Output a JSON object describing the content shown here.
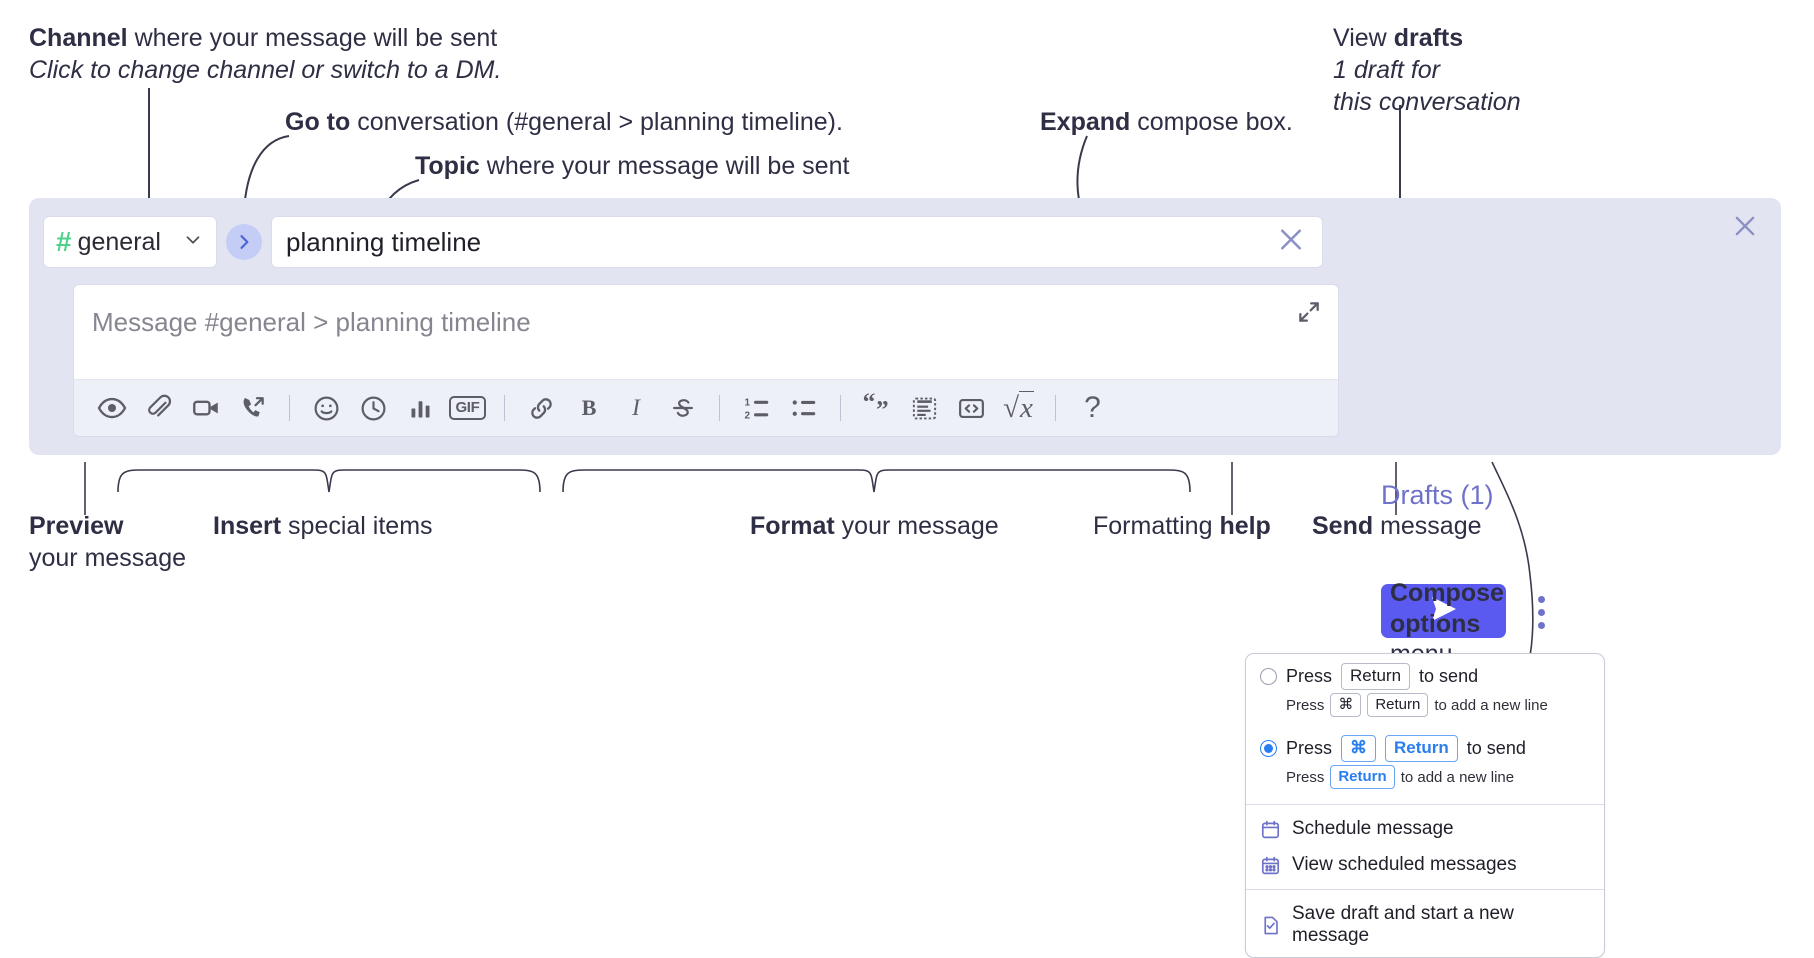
{
  "annotations": {
    "channel": {
      "bold": "Channel",
      "rest": " where your message will be sent",
      "sub": "Click to change channel or switch to a DM."
    },
    "goto": {
      "bold": "Go to",
      "rest": " conversation (#general > planning timeline)."
    },
    "topic": {
      "bold": "Topic",
      "rest": " where your message will be sent"
    },
    "expand": {
      "bold": "Expand",
      "rest": " compose box."
    },
    "drafts": {
      "pre": "View ",
      "bold": "drafts",
      "sub1": "1 draft for",
      "sub2": "this conversation"
    },
    "preview": {
      "bold": "Preview",
      "line2": "your message"
    },
    "insert": {
      "bold": "Insert",
      "rest": " special items"
    },
    "format": {
      "bold": "Format",
      "rest": " your message"
    },
    "help": {
      "pre": "Formatting ",
      "bold": "help"
    },
    "send": {
      "bold": "Send",
      "rest": " message"
    },
    "compose_options": {
      "bold1": "Compose",
      "bold2": "options",
      "rest": "menu"
    }
  },
  "compose": {
    "channel": {
      "hash": "#",
      "name": "general"
    },
    "topic": {
      "value": "planning timeline"
    },
    "message": {
      "placeholder": "Message #general > planning timeline"
    },
    "drafts_label": "Drafts (1)",
    "toolbar": [
      {
        "name": "preview-icon",
        "label": "Preview"
      },
      {
        "name": "attachment-icon",
        "label": "Attach file"
      },
      {
        "name": "video-icon",
        "label": "Video clip"
      },
      {
        "name": "audio-call-icon",
        "label": "Audio clip"
      },
      {
        "name": "divider-1",
        "label": ""
      },
      {
        "name": "emoji-icon",
        "label": "Emoji"
      },
      {
        "name": "clock-icon",
        "label": "Reminder"
      },
      {
        "name": "poll-icon",
        "label": "Poll"
      },
      {
        "name": "gif-icon",
        "label": "GIF"
      },
      {
        "name": "divider-2",
        "label": ""
      },
      {
        "name": "link-icon",
        "label": "Link"
      },
      {
        "name": "bold-icon",
        "label": "B"
      },
      {
        "name": "italic-icon",
        "label": "I"
      },
      {
        "name": "strikethrough-icon",
        "label": "S"
      },
      {
        "name": "divider-3",
        "label": ""
      },
      {
        "name": "ordered-list-icon",
        "label": "Ordered list"
      },
      {
        "name": "bulleted-list-icon",
        "label": "Bulleted list"
      },
      {
        "name": "divider-4",
        "label": ""
      },
      {
        "name": "blockquote-icon",
        "label": "Blockquote"
      },
      {
        "name": "code-block-icon",
        "label": "Code block"
      },
      {
        "name": "inline-code-icon",
        "label": "Code"
      },
      {
        "name": "math-icon",
        "label": "Math"
      },
      {
        "name": "divider-5",
        "label": ""
      },
      {
        "name": "help-icon",
        "label": "?"
      }
    ]
  },
  "menu": {
    "option1": {
      "selected": false,
      "press": "Press",
      "key": "Return",
      "tail": "to send",
      "sub_press": "Press",
      "sub_key1": "⌘",
      "sub_key2": "Return",
      "sub_tail": "to add a new line"
    },
    "option2": {
      "selected": true,
      "press": "Press",
      "key1": "⌘",
      "key2": "Return",
      "tail": "to send",
      "sub_press": "Press",
      "sub_key": "Return",
      "sub_tail": "to add a new line"
    },
    "items": [
      {
        "icon": "calendar-schedule-icon",
        "label": "Schedule message"
      },
      {
        "icon": "calendar-view-icon",
        "label": "View scheduled messages"
      },
      {
        "icon": "save-draft-icon",
        "label": "Save draft and start a new message"
      }
    ]
  },
  "colors": {
    "panel_bg": "#e2e4f1",
    "send_button": "#5a5af0",
    "accent_purple": "#6f72c9",
    "hash_green": "#4fd18b",
    "goto_blue": "#4a63d8",
    "radio_blue": "#2a7ef0",
    "text": "#2e2e44"
  }
}
